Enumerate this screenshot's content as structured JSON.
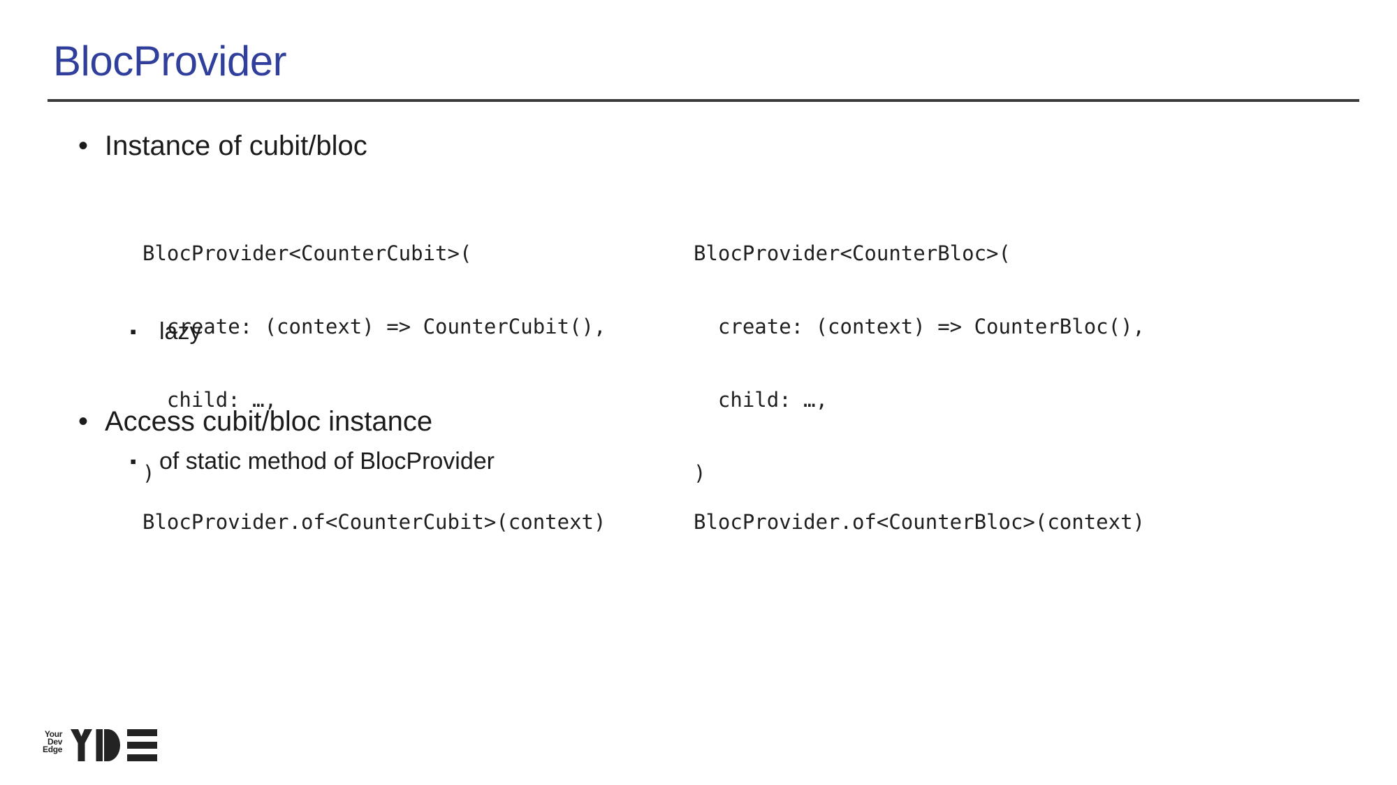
{
  "slide": {
    "title": "BlocProvider",
    "bullets": {
      "marker": "•",
      "sub_marker": "▪",
      "instance_label": "Instance of cubit/bloc",
      "lazy_label": "lazy",
      "access_label": "Access cubit/bloc instance",
      "static_method_label": "of static method of BlocProvider"
    },
    "code": {
      "cubit_provider_lines": [
        "BlocProvider<CounterCubit>(",
        "  create: (context) => CounterCubit(),",
        "  child: …,",
        ")"
      ],
      "bloc_provider_lines": [
        "BlocProvider<CounterBloc>(",
        "  create: (context) => CounterBloc(),",
        "  child: …,",
        ")"
      ],
      "cubit_of": "BlocProvider.of<CounterCubit>(context)",
      "bloc_of": "BlocProvider.of<CounterBloc>(context)"
    },
    "logo": {
      "tagline": [
        "Your",
        "Dev",
        "Edge"
      ],
      "mark": "YDE"
    },
    "colors": {
      "title": "#303F9C",
      "divider": "#3B3B3B",
      "text": "#1B1B1B",
      "logo": "#232323"
    }
  }
}
